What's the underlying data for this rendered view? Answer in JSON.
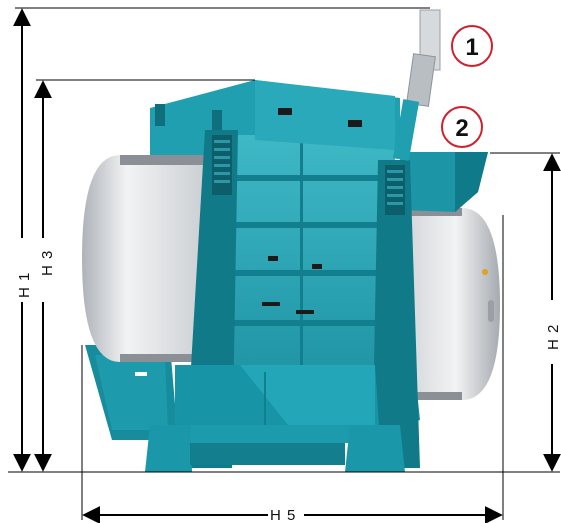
{
  "callouts": [
    {
      "label": "1"
    },
    {
      "label": "2"
    }
  ],
  "dimensions": {
    "h1": "H 1",
    "h3": "H 3",
    "h2": "H 2",
    "h5": "H 5"
  },
  "colors": {
    "machine_teal": "#1a9aab",
    "machine_teal_dark": "#0f6f7d",
    "machine_teal_light": "#3fb8c6",
    "drum_grey": "#d9dcdf",
    "callout_red": "#d0202a"
  }
}
